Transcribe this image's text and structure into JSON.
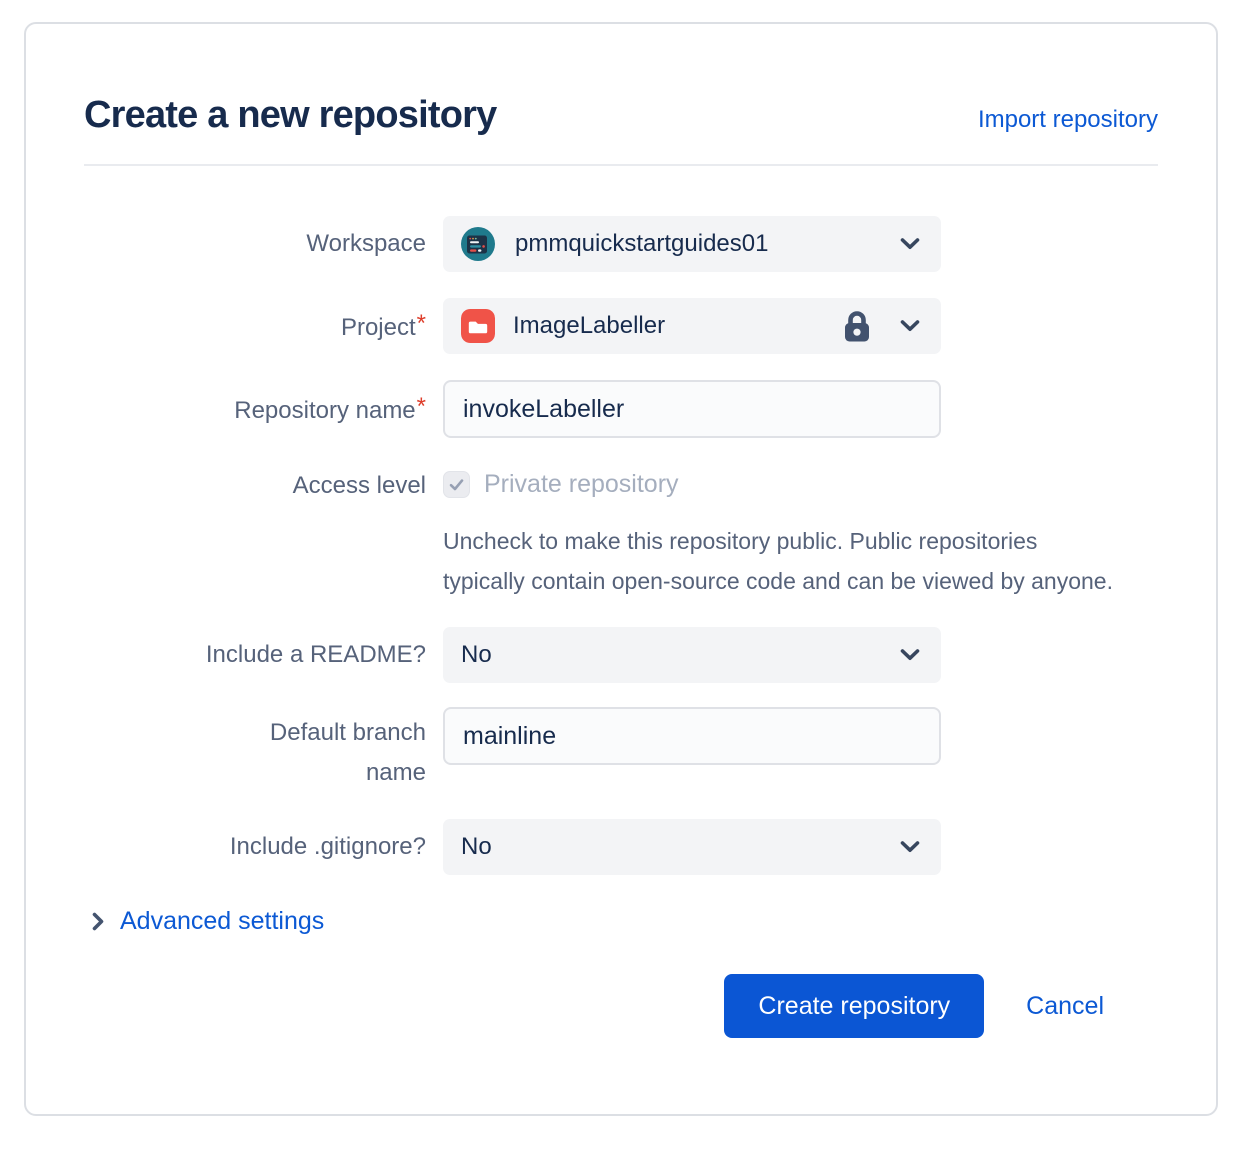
{
  "colors": {
    "accent_blue": "#0B56D4",
    "title_text": "#172B4D",
    "label_text": "#56627A",
    "disabled_text": "#A5AEBE",
    "control_bg": "#F3F4F6",
    "input_bg": "#FAFBFC",
    "input_border": "#DFE1E6",
    "required_red": "#DE3E2B",
    "project_icon_red": "#F05348",
    "workspace_avatar_teal": "#1F7A8C"
  },
  "header": {
    "title": "Create a new repository",
    "import_link": "Import repository"
  },
  "form": {
    "workspace": {
      "label": "Workspace",
      "value": "pmmquickstartguides01"
    },
    "project": {
      "label": "Project",
      "required": "*",
      "value": "ImageLabeller"
    },
    "repo_name": {
      "label": "Repository name",
      "required": "*",
      "value": "invokeLabeller"
    },
    "access_level": {
      "label": "Access level",
      "checkbox_label": "Private repository",
      "checked": true,
      "help": "Uncheck to make this repository public. Public repositories typically contain open-source code and can be viewed by anyone."
    },
    "readme": {
      "label": "Include a README?",
      "value": "No"
    },
    "default_branch": {
      "label": "Default branch name",
      "value": "mainline"
    },
    "gitignore": {
      "label": "Include .gitignore?",
      "value": "No"
    }
  },
  "advanced": {
    "label": "Advanced settings"
  },
  "actions": {
    "create": "Create repository",
    "cancel": "Cancel"
  }
}
